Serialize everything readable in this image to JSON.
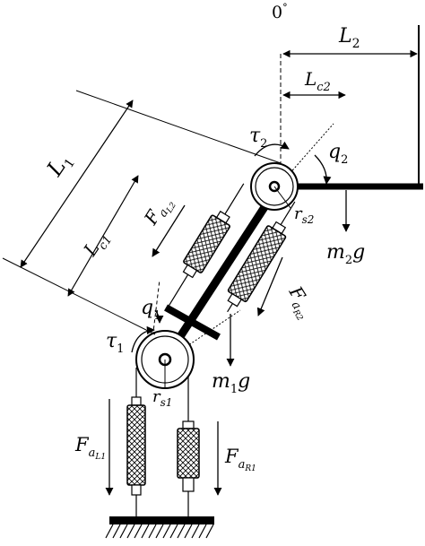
{
  "labels": {
    "zero_deg": {
      "main": "0",
      "sup": "°"
    },
    "L2": {
      "main": "L",
      "sub": "2"
    },
    "Lc2": {
      "main": "L",
      "sub": "c2"
    },
    "L1": {
      "main": "L",
      "sub": "1"
    },
    "Lc1": {
      "main": "L",
      "sub": "c1"
    },
    "tau2": {
      "main": "τ",
      "sub": "2"
    },
    "tau1": {
      "main": "τ",
      "sub": "1"
    },
    "q2": {
      "main": "q",
      "sub": "2"
    },
    "q1": {
      "main": "q",
      "sub": "1"
    },
    "rs2": {
      "main": "r",
      "sub": "s2"
    },
    "rs1": {
      "main": "r",
      "sub": "s1"
    },
    "m2g": {
      "main": "m",
      "sub": "2",
      "tail": "g"
    },
    "m1g": {
      "main": "m",
      "sub": "1",
      "tail": "g"
    },
    "FaL2": {
      "main": "F",
      "sub": "a",
      "subsub": "L2"
    },
    "FaR2": {
      "main": "F",
      "sub": "a",
      "subsub": "R2"
    },
    "FaL1": {
      "main": "F",
      "sub": "a",
      "subsub": "L1"
    },
    "FaR1": {
      "main": "F",
      "sub": "a",
      "subsub": "R1"
    }
  },
  "colors": {
    "ink": "#000000",
    "background": "#ffffff"
  }
}
